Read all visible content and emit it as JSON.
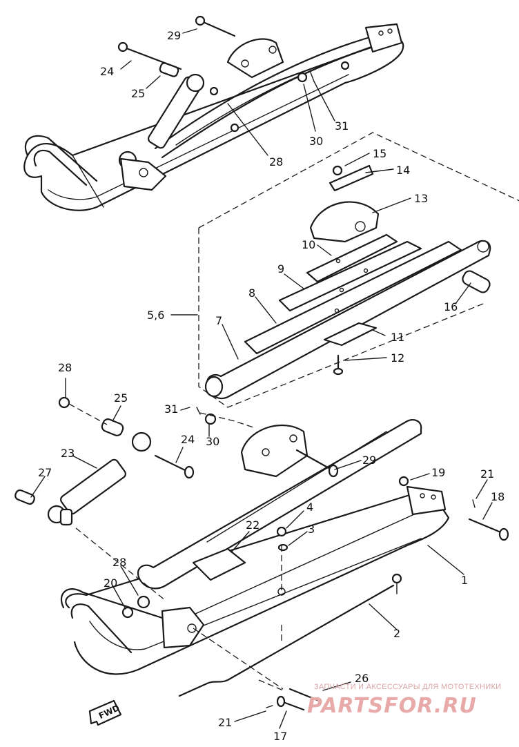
{
  "labels": {
    "l1": "1",
    "l2": "2",
    "l3": "3",
    "l4": "4",
    "l56": "5,6",
    "l7": "7",
    "l8": "8",
    "l9": "9",
    "l10": "10",
    "l11": "11",
    "l12": "12",
    "l13": "13",
    "l14": "14",
    "l15": "15",
    "l16": "16",
    "l17": "17",
    "l18": "18",
    "l19": "19",
    "l20": "20",
    "l21a": "21",
    "l21b": "21",
    "l22": "22",
    "l23": "23",
    "l24a": "24",
    "l24b": "24",
    "l25a": "25",
    "l25b": "25",
    "l26": "26",
    "l27": "27",
    "l28a": "28",
    "l28b": "28",
    "l28c": "28",
    "l29a": "29",
    "l29b": "29",
    "l30a": "30",
    "l30b": "30",
    "l31a": "31",
    "l31b": "31"
  },
  "fwd_marker": "FWD",
  "watermark": {
    "tagline": "ЗАПЧАСТИ И АКСЕССУАРЫ ДЛЯ МОТОТЕХНИКИ",
    "brand": "PARTSFOR.RU"
  }
}
